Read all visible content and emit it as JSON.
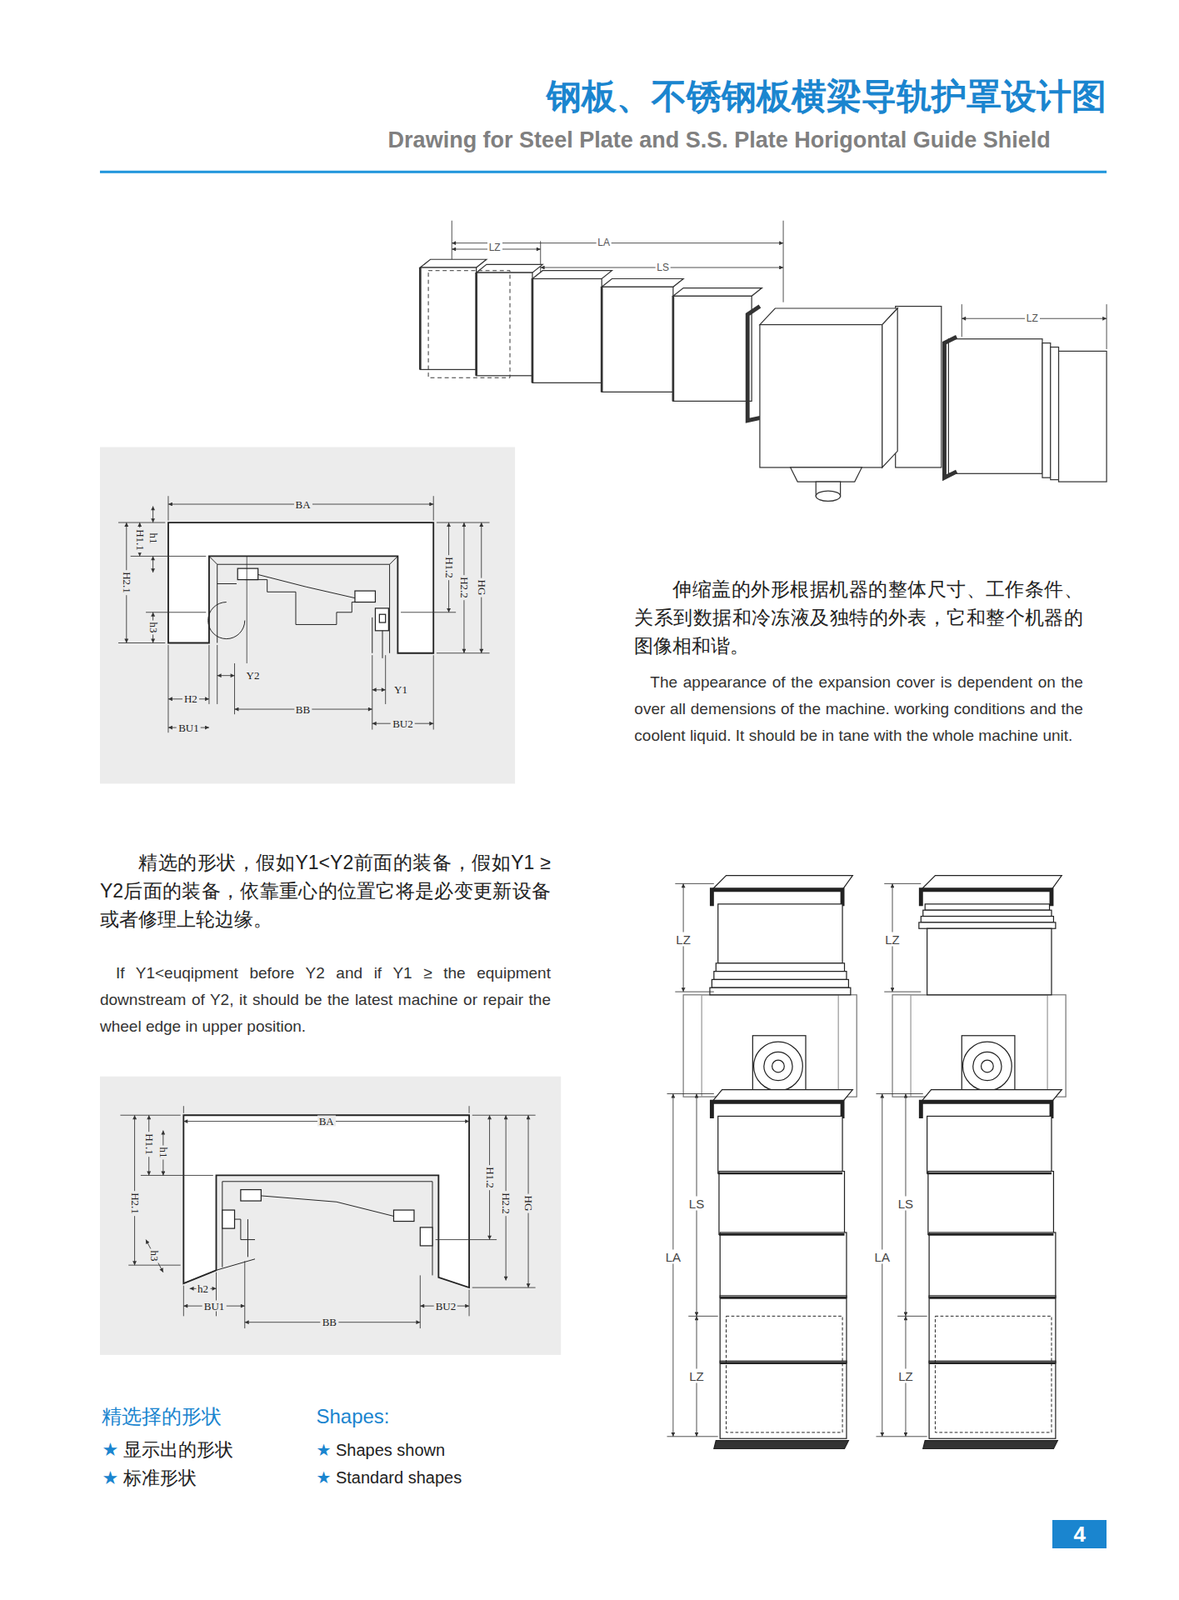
{
  "diagram": {
    "title": "钢板、不锈钢板横梁导轨护罩设计图",
    "nodes": [
      {
        "text": [
          "4"
        ]
      }
    ],
    "labels": [
      "Drawing for Steel Plate and S.S. Plate Horigontal Guide Shield",
      "LZ",
      "LA",
      "LS",
      "LZ",
      "伸缩盖的外形根据机器的整体尺寸、工作条件、关系到数据和冷冻液及独特的外表，它和整个机器的图像相和谐。",
      "The appearance of the expansion cover is dependent on the over all demensions of the machine. working conditions and the coolent liquid. It should be in tane with the whole machine unit.",
      "BA",
      "h1",
      "H1.1",
      "H2.1",
      "h3",
      "H1.2",
      "H2.2",
      "HG",
      "Y2",
      "Y1",
      "H2",
      "BB",
      "BU1",
      "BU2",
      "精选的形状，假如Y1<Y2前面的装备，假如Y1 ≥ Y2后面的装备，依靠重心的位置它将是必变更新设备或者修理上轮边缘。",
      "If Y1<euqipment before Y2 and if Y1 ≥ the equipment downstream of Y2, it should be the latest machine or repair the wheel edge in upper position.",
      "BA",
      "h1",
      "H1.1",
      "H2.1",
      "h3",
      "H1.2",
      "H2.2",
      "HG",
      "h2",
      "BU1",
      "BU2",
      "BB",
      "LZ",
      "LS",
      "LA",
      "LZ",
      "LZ",
      "LS",
      "LA",
      "LZ",
      "精选择的形状",
      "★ 显示出的形状",
      "★ 标准形状",
      "Shapes:",
      "★ Shapes shown",
      "★ Standard shapes"
    ]
  }
}
